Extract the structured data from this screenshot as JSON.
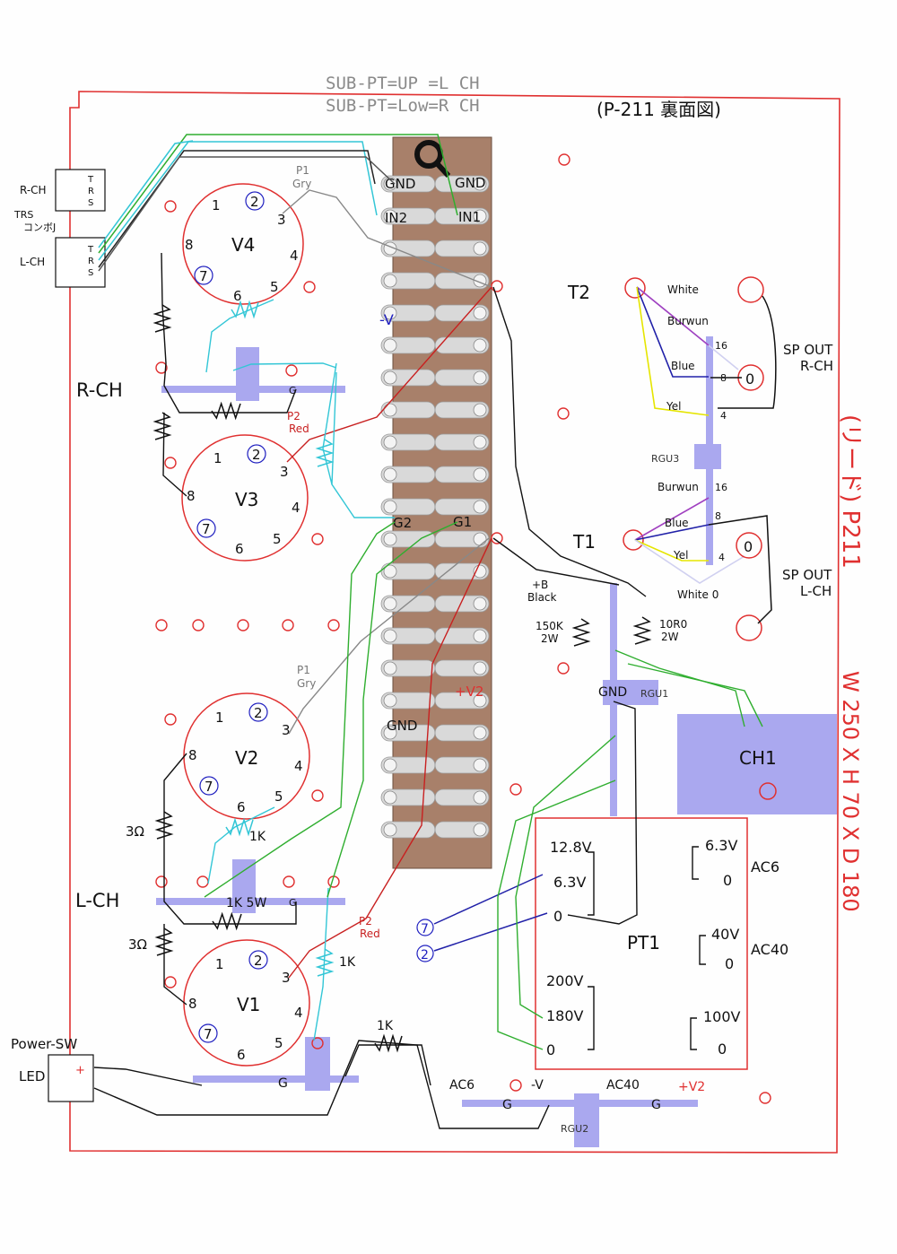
{
  "header": {
    "sub_pt_up": "SUB-PT=UP =L CH",
    "sub_pt_low": "SUB-PT=Low=R CH",
    "title": "(P-211 裏面図)"
  },
  "side_note": {
    "line1": "(リード) P211",
    "line2": "W 250 X H 70 X D 180"
  },
  "jacks": {
    "rch_label": "R-CH",
    "lch_label": "L-CH",
    "trs_label": "TRS",
    "combo_label": "コンボJ",
    "trs_letters": [
      "T",
      "R",
      "S"
    ]
  },
  "terminal_strip": {
    "left_labels": [
      "GND",
      "IN2",
      "-V",
      "G2",
      "GND"
    ],
    "right_labels": [
      "GND",
      "IN1",
      "G1",
      "+V2"
    ]
  },
  "tubes": [
    {
      "name": "V4",
      "pins": [
        "1",
        "2",
        "3",
        "4",
        "5",
        "6",
        "7",
        "8"
      ]
    },
    {
      "name": "V3",
      "pins": [
        "1",
        "2",
        "3",
        "4",
        "5",
        "6",
        "7",
        "8"
      ]
    },
    {
      "name": "V2",
      "pins": [
        "1",
        "2",
        "3",
        "4",
        "5",
        "6",
        "7",
        "8"
      ]
    },
    {
      "name": "V1",
      "pins": [
        "1",
        "2",
        "3",
        "4",
        "5",
        "6",
        "7",
        "8"
      ]
    }
  ],
  "labels": {
    "rch": "R-CH",
    "lch": "L-CH",
    "p1_gry": [
      "P1",
      "Gry"
    ],
    "p2_red": [
      "P2",
      "Red"
    ],
    "g": "G",
    "r_1k": "1K",
    "r_1k_5w": "1K 5W",
    "r_3ohm": "3Ω",
    "power_sw": "Power-SW",
    "led": "LED",
    "plus": "+"
  },
  "transformers": {
    "t2": "T2",
    "t1": "T1",
    "white": "White",
    "burwun": "Burwun",
    "blue": "Blue",
    "yel": "Yel",
    "white0": "White 0",
    "taps": [
      "16",
      "8",
      "4"
    ],
    "zero": "0",
    "sp_out": "SP OUT",
    "r_ch": "R-CH",
    "l_ch": "L-CH",
    "rgu3": "RGU3"
  },
  "supply": {
    "plus_b": "+B",
    "black": "Black",
    "r150k": "150K",
    "w2": "2W",
    "r10r0": "10R0",
    "gnd": "GND",
    "rgu1": "RGU1",
    "ch1": "CH1",
    "rgu2": "RGU2",
    "bottom_bus": [
      "AC6",
      "G",
      "-V",
      "AC40",
      "G",
      "+V2"
    ]
  },
  "pt1": {
    "name": "PT1",
    "left_taps": [
      "12.8V",
      "6.3V",
      "0",
      "200V",
      "180V",
      "0"
    ],
    "right_taps": [
      "6.3V",
      "0",
      "40V",
      "0",
      "100V",
      "0"
    ],
    "right_groups": [
      "AC6",
      "AC40"
    ]
  },
  "pin_marks": [
    "7",
    "2"
  ],
  "colors": {
    "red_outline": "#e03030",
    "blue_bus": "#aaa8ef",
    "strip": "#a8806a",
    "wire_cyan": "#33c6d6",
    "wire_green": "#2fae2f",
    "wire_red": "#c82020",
    "wire_blue": "#2020a8"
  }
}
